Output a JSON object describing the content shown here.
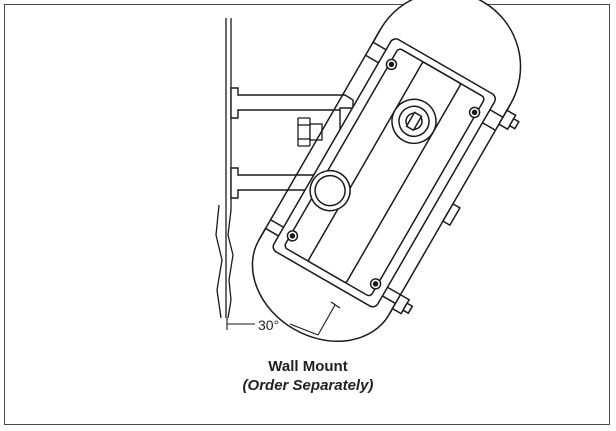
{
  "diagram": {
    "angle_label": "30°",
    "caption_title": "Wall Mount",
    "caption_subtitle": "(Order Separately)",
    "line_color": "#1a1a1a"
  }
}
